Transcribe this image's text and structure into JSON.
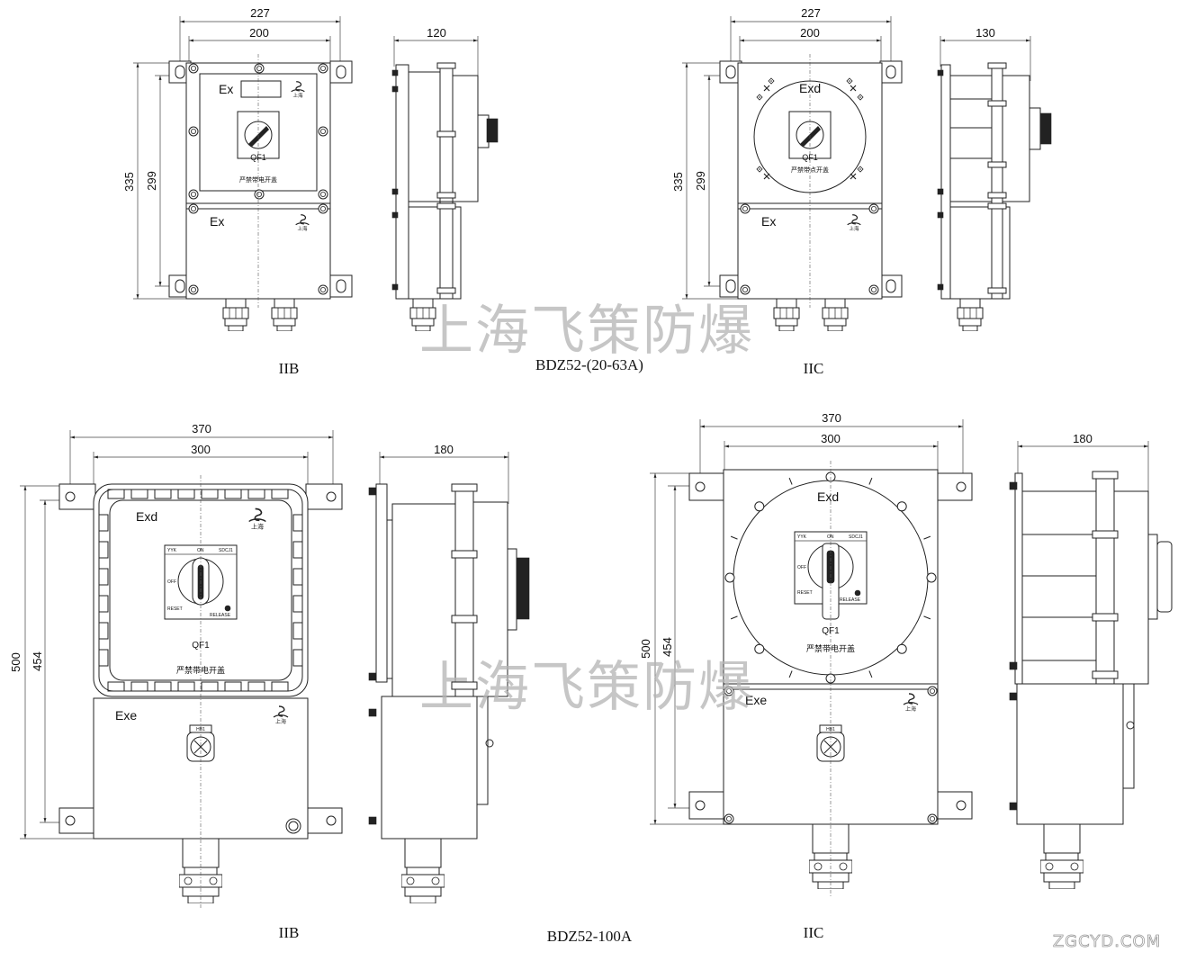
{
  "title": "BDZ52 explosion-proof switch outline dimension drawings",
  "watermark": "上海飞策防爆",
  "site_watermark": "ZGCYD.COM",
  "sections": [
    {
      "model": "BDZ52-(20-63A)",
      "views": [
        {
          "group_label": "IIB",
          "front": {
            "dim_outer_width": "227",
            "dim_inner_width": "200",
            "dim_outer_height": "335",
            "dim_inner_height": "299",
            "upper_label": "Ex",
            "lower_label": "Ex",
            "switch_label": "QF1",
            "warning_text": "严禁带电开盖"
          },
          "side": {
            "dim_depth": "120"
          }
        },
        {
          "group_label": "IIC",
          "front": {
            "dim_outer_width": "227",
            "dim_inner_width": "200",
            "dim_outer_height": "335",
            "dim_inner_height": "299",
            "upper_label": "Exd",
            "lower_label": "Ex",
            "switch_label": "QF1",
            "warning_text": "严禁带点开盖"
          },
          "side": {
            "dim_depth": "130"
          }
        }
      ]
    },
    {
      "model": "BDZ52-100A",
      "views": [
        {
          "group_label": "IIB",
          "front": {
            "dim_outer_width": "370",
            "dim_inner_width": "300",
            "dim_outer_height": "500",
            "dim_inner_height": "454",
            "upper_label": "Exd",
            "lower_label": "Exe",
            "switch_label": "QF1",
            "warning_text": "严禁带电开盖",
            "dial_yyk": "YYK",
            "dial_on": "ON",
            "dial_sdcj": "SDCJ1",
            "dial_off": "OFF",
            "dial_reset": "RESET",
            "dial_release": "RELEASE",
            "lamp_label": "HB1"
          },
          "side": {
            "dim_depth": "180"
          }
        },
        {
          "group_label": "IIC",
          "front": {
            "dim_outer_width": "370",
            "dim_inner_width": "300",
            "dim_outer_height": "500",
            "dim_inner_height": "454",
            "upper_label": "Exd",
            "lower_label": "Exe",
            "switch_label": "QF1",
            "warning_text": "严禁带电开盖",
            "dial_yyk": "YYK",
            "dial_on": "ON",
            "dial_sdcj": "SDCJ1",
            "dial_off": "OFF",
            "dial_reset": "RESET",
            "dial_release": "RELEASE",
            "lamp_label": "HB1"
          },
          "side": {
            "dim_depth": "180"
          }
        }
      ]
    }
  ],
  "colors": {
    "line": "#222222",
    "watermark": "#b4b4b4",
    "background": "#ffffff"
  }
}
